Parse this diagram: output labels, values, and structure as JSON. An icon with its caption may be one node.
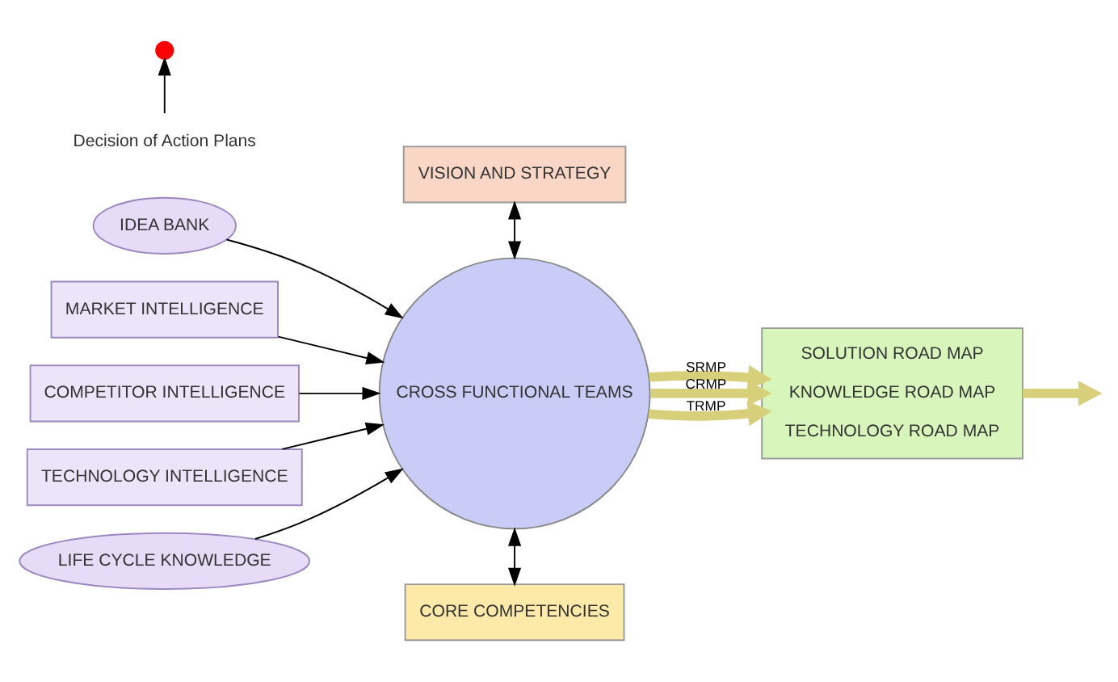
{
  "diagram": {
    "nodes": [
      {
        "text": [
          "IDEA BANK"
        ]
      },
      {
        "text": [
          "MARKET INTELLIGENCE"
        ]
      },
      {
        "text": [
          "COMPETITOR INTELLIGENCE"
        ]
      },
      {
        "text": [
          "TECHNOLOGY INTELLIGENCE"
        ]
      },
      {
        "text": [
          "LIFE CYCLE KNOWLEDGE"
        ]
      },
      {
        "text": [
          "VISION AND STRATEGY"
        ]
      },
      {
        "text": [
          "CROSS FUNCTIONAL TEAMS"
        ]
      },
      {
        "text": [
          "CORE COMPETENCIES"
        ]
      },
      {
        "text": [
          "SOLUTION ROAD MAP",
          "KNOWLEDGE ROAD MAP",
          "TECHNOLOGY ROAD MAP"
        ]
      },
      {
        "text": [],
        "shape": "circle"
      },
      {
        "text": [
          "Decision of Action Plans"
        ]
      }
    ],
    "edges": [
      {
        "from": 0,
        "to": 6,
        "arrow": "to"
      },
      {
        "from": 1,
        "to": 6,
        "arrow": "to"
      },
      {
        "from": 2,
        "to": 6,
        "arrow": "to"
      },
      {
        "from": 3,
        "to": 6,
        "arrow": "to"
      },
      {
        "from": 4,
        "to": 6,
        "arrow": "to"
      },
      {
        "from": 5,
        "to": 6,
        "arrow": "both"
      },
      {
        "from": 6,
        "to": 7,
        "arrow": "both"
      },
      {
        "from": 6,
        "to": 8,
        "arrow": "to",
        "label": "SRMP",
        "style": "thick",
        "color": "#d8cf7a"
      },
      {
        "from": 6,
        "to": 8,
        "arrow": "to",
        "label": "CRMP",
        "style": "thick",
        "color": "#d8cf7a"
      },
      {
        "from": 6,
        "to": 8,
        "arrow": "to",
        "label": "TRMP",
        "style": "thick",
        "color": "#d8cf7a"
      },
      {
        "from": 8,
        "to": null,
        "arrow": "to",
        "style": "thick",
        "color": "#d8cf7a"
      },
      {
        "from": 10,
        "to": 9,
        "arrow": "to"
      }
    ]
  }
}
